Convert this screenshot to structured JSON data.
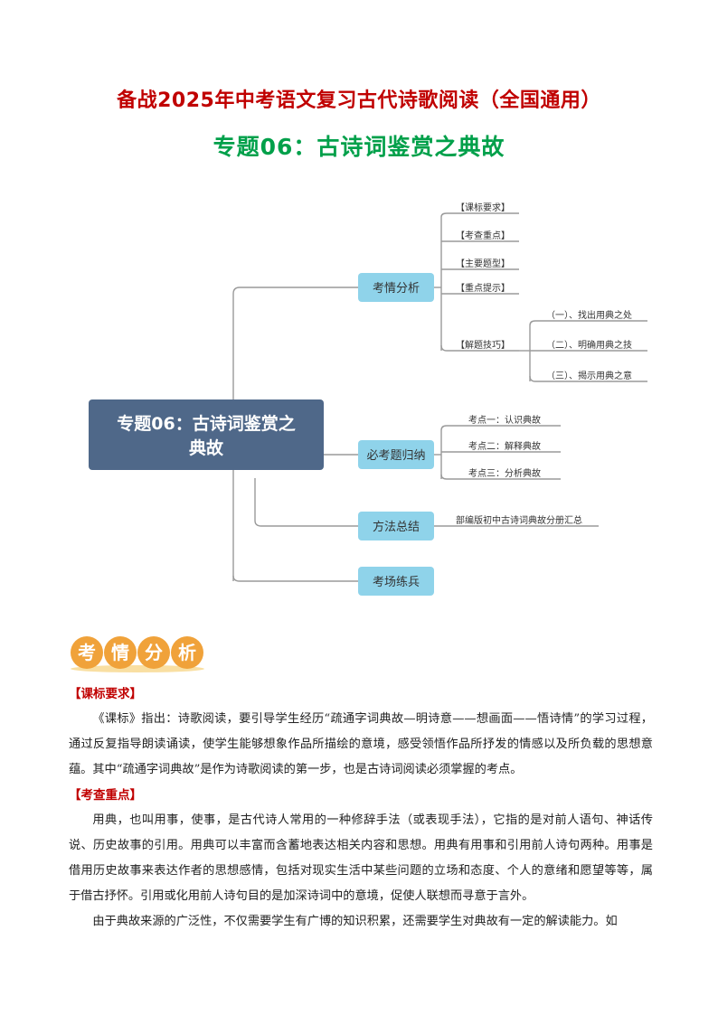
{
  "header": {
    "title": "备战2025年中考语文复习古代诗歌阅读（全国通用）",
    "subtitle": "专题06：古诗词鉴赏之典故"
  },
  "mindmap": {
    "root": "专题06：古诗词鉴赏之典故",
    "branches": [
      {
        "label": "考情分析",
        "children": [
          "【课标要求】",
          "【考查重点】",
          "【主要题型】",
          "【重点提示】",
          "【解题技巧】"
        ]
      },
      {
        "label": "必考题归纳",
        "children": [
          "考点一：认识典故",
          "考点二：解释典故",
          "考点三：分析典故"
        ]
      },
      {
        "label": "方法总结",
        "children": [
          "部编版初中古诗词典故分册汇总"
        ]
      },
      {
        "label": "考场练兵",
        "children": []
      }
    ],
    "techniques": [
      "（一）、找出用典之处",
      "（二）、明确用典之技",
      "（三）、揭示用典之意"
    ]
  },
  "section_badge": [
    "考",
    "情",
    "分",
    "析"
  ],
  "content": {
    "s1_head": "【课标要求】",
    "s1_p1": "《课标》指出：诗歌阅读，要引导学生经历“疏通字词典故—明诗意——想画面——悟诗情”的学习过程，通过反复指导朗读诵读，使学生能够想象作品所描绘的意境，感受领悟作品所抒发的情感以及所负载的思想意蕴。其中“疏通字词典故”是作为诗歌阅读的第一步，也是古诗词阅读必须掌握的考点。",
    "s2_head": "【考查重点】",
    "s2_p1": "用典，也叫用事，使事，是古代诗人常用的一种修辞手法（或表现手法），它指的是对前人语句、神话传说、历史故事的引用。用典可以丰富而含蓄地表达相关内容和思想。用典有用事和引用前人诗句两种。用事是借用历史故事来表达作者的思想感情，包括对现实生活中某些问题的立场和态度、个人的意绪和愿望等等，属于借古抒怀。引用或化用前人诗句目的是加深诗词中的意境，促使人联想而寻意于言外。",
    "s2_p2": "由于典故来源的广泛性，不仅需要学生有广博的知识积累，还需要学生对典故有一定的解读能力。如"
  }
}
